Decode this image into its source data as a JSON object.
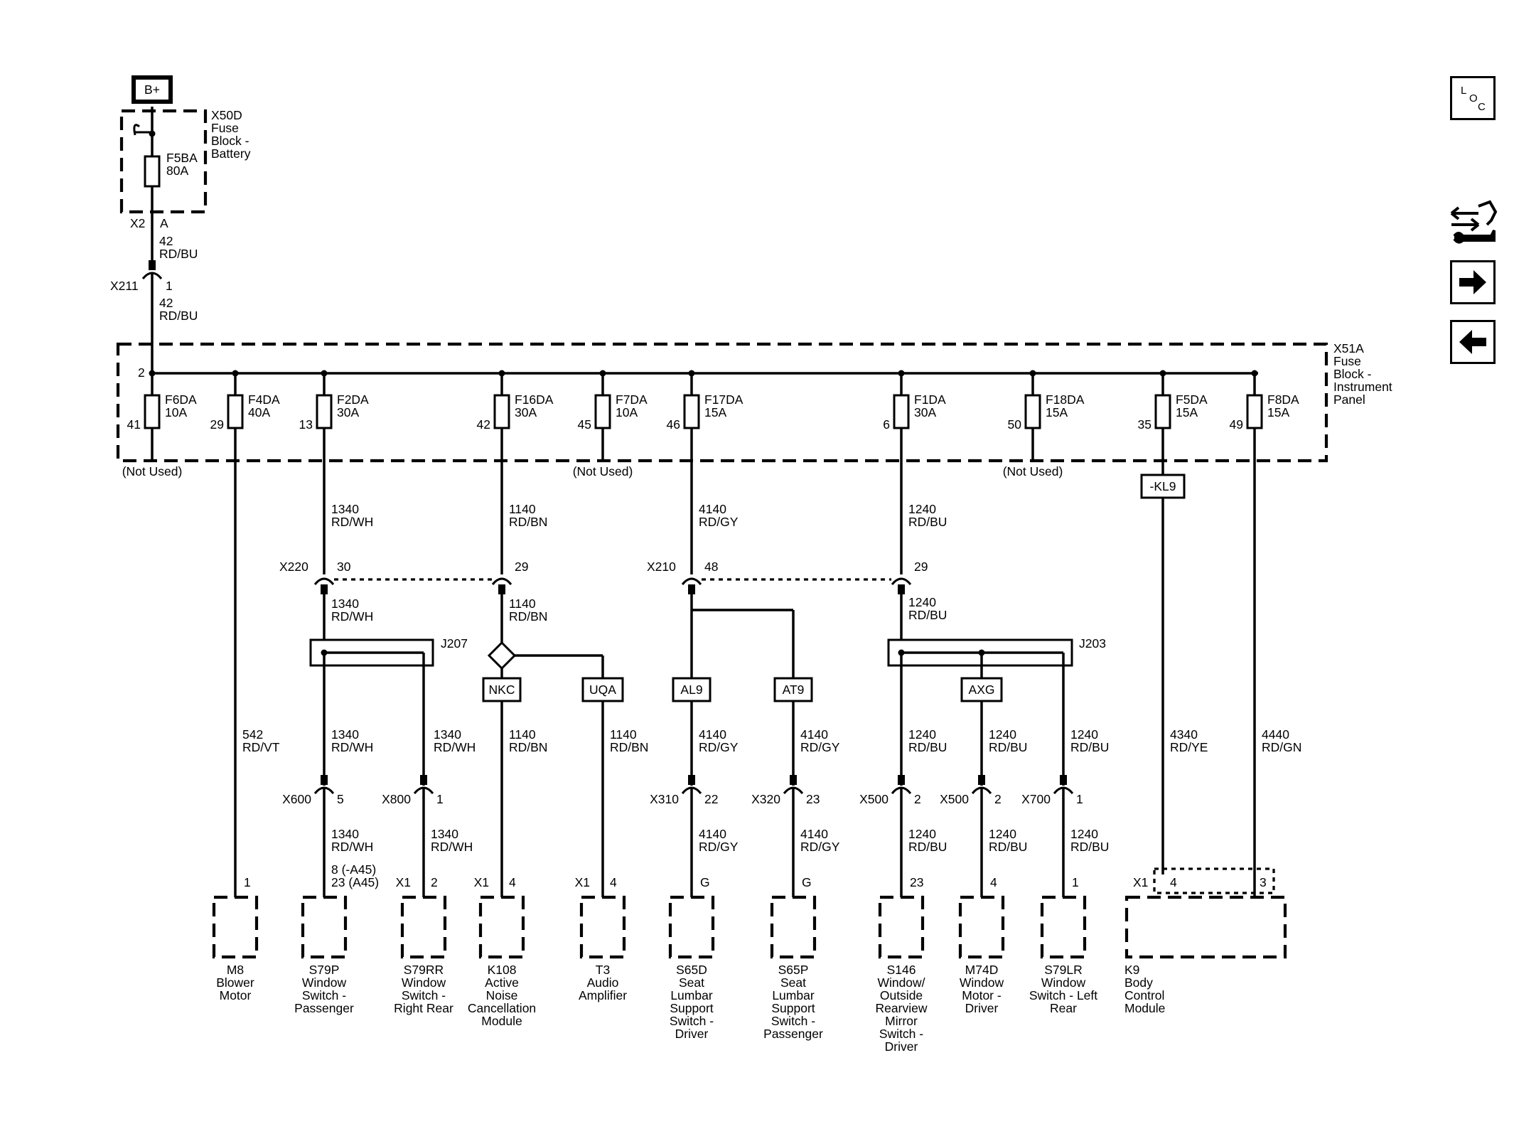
{
  "power_source": "B+",
  "fuse_blocks": {
    "battery": {
      "id": "X50D",
      "name": [
        "Fuse",
        "Block -",
        "Battery"
      ],
      "fuse": {
        "id": "F5BA",
        "rating": "80A"
      },
      "connector": "X2",
      "pin": "A"
    },
    "instrument_panel": {
      "id": "X51A",
      "name": [
        "Fuse",
        "Block -",
        "Instrument",
        "Panel"
      ],
      "bus_pin": "2"
    }
  },
  "feed_wire": [
    {
      "circuit": "42",
      "color": "RD/BU"
    },
    {
      "connector": "X211",
      "pin": "1"
    },
    {
      "circuit": "42",
      "color": "RD/BU"
    }
  ],
  "fuses": [
    {
      "id": "F6DA",
      "rating": "10A",
      "pin": "41",
      "note": "(Not Used)"
    },
    {
      "id": "F4DA",
      "rating": "40A",
      "pin": "29"
    },
    {
      "id": "F2DA",
      "rating": "30A",
      "pin": "13"
    },
    {
      "id": "F16DA",
      "rating": "30A",
      "pin": "42"
    },
    {
      "id": "F7DA",
      "rating": "10A",
      "pin": "45",
      "note": "(Not Used)"
    },
    {
      "id": "F17DA",
      "rating": "15A",
      "pin": "46"
    },
    {
      "id": "F1DA",
      "rating": "30A",
      "pin": "6"
    },
    {
      "id": "F18DA",
      "rating": "15A",
      "pin": "50",
      "note": "(Not Used)"
    },
    {
      "id": "F5DA",
      "rating": "15A",
      "pin": "35"
    },
    {
      "id": "F8DA",
      "rating": "15A",
      "pin": "49"
    }
  ],
  "upper_wires": {
    "f2da": {
      "circuit": "1340",
      "color": "RD/WH"
    },
    "f16da": {
      "circuit": "1140",
      "color": "RD/BN"
    },
    "f17da": {
      "circuit": "4140",
      "color": "RD/GY"
    },
    "f1da": {
      "circuit": "1240",
      "color": "RD/BU"
    }
  },
  "inline_connectors": [
    {
      "id": "X220",
      "pin": "30"
    },
    {
      "pin": "29"
    },
    {
      "id": "X210",
      "pin": "48"
    },
    {
      "pin": "29"
    }
  ],
  "mid_wires": {
    "f2da": {
      "circuit": "1340",
      "color": "RD/WH"
    },
    "f16da": {
      "circuit": "1140",
      "color": "RD/BN"
    },
    "f1da": {
      "circuit": "1240",
      "color": "RD/BU"
    }
  },
  "splices": {
    "j207": "J207",
    "j203": "J203"
  },
  "options": {
    "nkc": "NKC",
    "uqa": "UQA",
    "al9": "AL9",
    "at9": "AT9",
    "axg": "AXG",
    "kl9": "-KL9"
  },
  "branch_wires": [
    {
      "circuit": "542",
      "color": "RD/VT"
    },
    {
      "circuit": "1340",
      "color": "RD/WH"
    },
    {
      "circuit": "1340",
      "color": "RD/WH"
    },
    {
      "circuit": "1140",
      "color": "RD/BN"
    },
    {
      "circuit": "1140",
      "color": "RD/BN"
    },
    {
      "circuit": "4140",
      "color": "RD/GY"
    },
    {
      "circuit": "4140",
      "color": "RD/GY"
    },
    {
      "circuit": "1240",
      "color": "RD/BU"
    },
    {
      "circuit": "1240",
      "color": "RD/BU"
    },
    {
      "circuit": "1240",
      "color": "RD/BU"
    },
    {
      "circuit": "4340",
      "color": "RD/YE"
    },
    {
      "circuit": "4440",
      "color": "RD/GN"
    }
  ],
  "lower_connectors": [
    {
      "id": "X600",
      "pin": "5"
    },
    {
      "id": "X800",
      "pin": "1"
    },
    {
      "id": "X310",
      "pin": "22"
    },
    {
      "id": "X320",
      "pin": "23"
    },
    {
      "id": "X500",
      "pin": "2"
    },
    {
      "id": "X500",
      "pin": "2"
    },
    {
      "id": "X700",
      "pin": "1"
    }
  ],
  "lower_wires": [
    {
      "circuit": "1340",
      "color": "RD/WH"
    },
    {
      "circuit": "1340",
      "color": "RD/WH"
    },
    {
      "circuit": "4140",
      "color": "RD/GY"
    },
    {
      "circuit": "4140",
      "color": "RD/GY"
    },
    {
      "circuit": "1240",
      "color": "RD/BU"
    },
    {
      "circuit": "1240",
      "color": "RD/BU"
    },
    {
      "circuit": "1240",
      "color": "RD/BU"
    }
  ],
  "components": [
    {
      "id": "M8",
      "name": [
        "Blower",
        "Motor"
      ],
      "pin": "1"
    },
    {
      "id": "S79P",
      "name": [
        "Window",
        "Switch -",
        "Passenger"
      ],
      "pin": "8 (-A45)",
      "pin2": "23 (A45)"
    },
    {
      "id": "S79RR",
      "name": [
        "Window",
        "Switch -",
        "Right Rear"
      ],
      "conn": "X1",
      "pin": "2"
    },
    {
      "id": "K108",
      "name": [
        "Active",
        "Noise",
        "Cancellation",
        "Module"
      ],
      "conn": "X1",
      "pin": "4"
    },
    {
      "id": "T3",
      "name": [
        "Audio",
        "Amplifier"
      ],
      "conn": "X1",
      "pin": "4"
    },
    {
      "id": "S65D",
      "name": [
        "Seat",
        "Lumbar",
        "Support",
        "Switch -",
        "Driver"
      ],
      "pin": "G"
    },
    {
      "id": "S65P",
      "name": [
        "Seat",
        "Lumbar",
        "Support",
        "Switch -",
        "Passenger"
      ],
      "pin": "G"
    },
    {
      "id": "S146",
      "name": [
        "Window/",
        "Outside",
        "Rearview",
        "Mirror",
        "Switch -",
        "Driver"
      ],
      "pin": "23"
    },
    {
      "id": "M74D",
      "name": [
        "Window",
        "Motor -",
        "Driver"
      ],
      "pin": "4"
    },
    {
      "id": "S79LR",
      "name": [
        "Window",
        "Switch - Left",
        "Rear"
      ],
      "pin": "1"
    },
    {
      "id": "K9",
      "name": [
        "Body",
        "Control",
        "Module"
      ],
      "conn": "X1",
      "pin": "4",
      "pin2": "3"
    }
  ],
  "side_nav": {
    "loc": [
      "L",
      "O",
      "C"
    ],
    "icons": [
      "connector-swap-icon",
      "arrow-right-icon",
      "arrow-left-icon"
    ]
  }
}
